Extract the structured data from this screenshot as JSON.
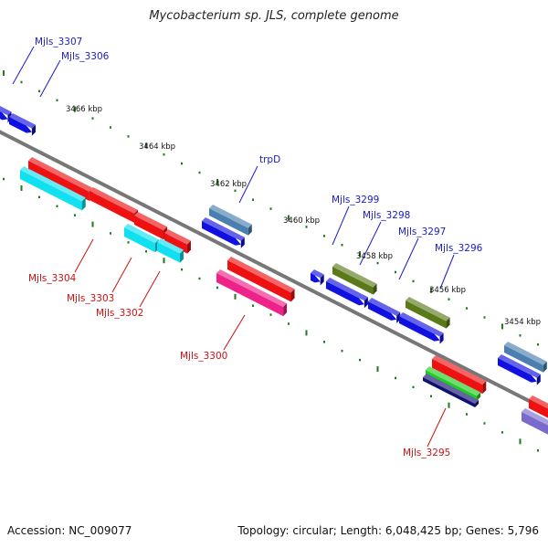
{
  "header": {
    "title": "Mycobacterium sp. JLS, complete genome"
  },
  "footer": {
    "accession": "Accession: NC_009077",
    "summary": "Topology: circular; Length: 6,048,425 bp; Genes: 5,796"
  },
  "kbp_ticks": [
    "3466 kbp",
    "3464 kbp",
    "3462 kbp",
    "3460 kbp",
    "3458 kbp",
    "3456 kbp",
    "3454 kbp"
  ],
  "gene_labels": {
    "forward": [
      "Mjls_3307",
      "Mjls_3306",
      "trpD",
      "Mjls_3299",
      "Mjls_3298",
      "Mjls_3297",
      "Mjls_3296"
    ],
    "reverse": [
      "Mjls_3304",
      "Mjls_3303",
      "Mjls_3302",
      "Mjls_3300",
      "Mjls_3295"
    ]
  },
  "colors": {
    "forward_label": "#1a1acc",
    "reverse_label": "#cc1111",
    "backbone": "#777777",
    "tick": "#1f7a1f",
    "cds_blue": "#1010e0",
    "steel": "#4a7fb0",
    "olive": "#5a7a1a",
    "red": "#ee1111",
    "cyan": "#10e0f0",
    "pink": "#ee2288",
    "green": "#22cc22",
    "navy": "#101070",
    "lavender": "#7a6acc"
  }
}
